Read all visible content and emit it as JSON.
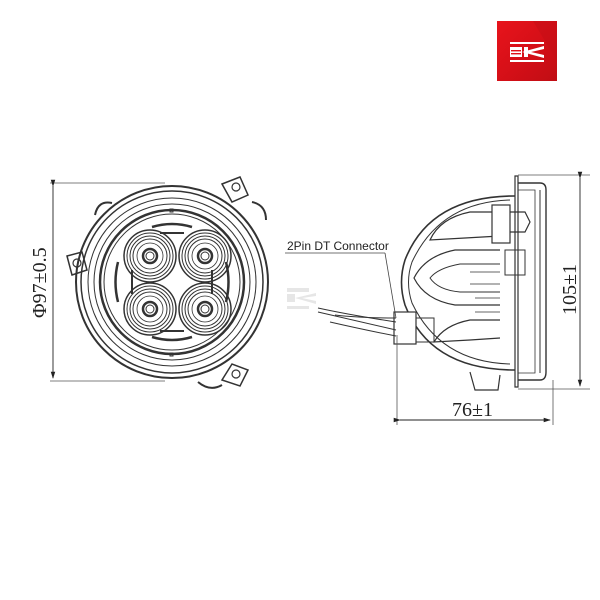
{
  "logo": {
    "name": "brand-logo",
    "letter": "K",
    "background": "#e01119",
    "foreground": "#ffffff"
  },
  "front_view": {
    "dimension_label": "Φ97±0.5",
    "led_count": 4
  },
  "side_view": {
    "connector_label": "2Pin DT Connector",
    "height_label": "105±1",
    "depth_label": "76±1"
  },
  "watermark": {
    "text": "K",
    "color": "#e6e6e6"
  },
  "colors": {
    "line": "#333333",
    "background": "#ffffff",
    "accent": "#e01119"
  }
}
